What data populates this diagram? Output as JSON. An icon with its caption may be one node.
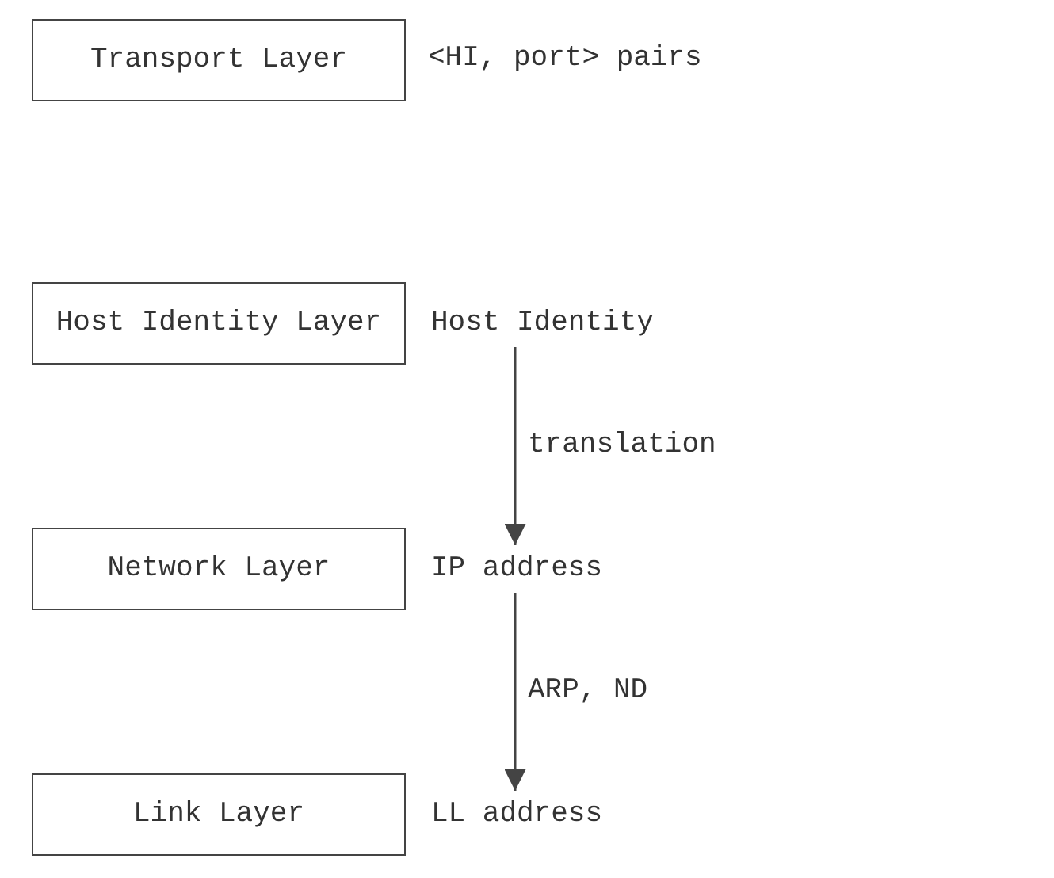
{
  "diagram": {
    "nodes": [
      {
        "text": [
          "Transport Layer"
        ],
        "beside": [
          "<HI, port> pairs"
        ]
      },
      {
        "text": [
          "Host Identity Layer"
        ]
      },
      {
        "text": [
          "Network Layer"
        ]
      },
      {
        "text": [
          "Link Layer"
        ]
      },
      {
        "text": [
          "Host Identity"
        ]
      },
      {
        "text": [
          "IP address"
        ]
      },
      {
        "text": [
          "LL address"
        ]
      }
    ],
    "edges": [
      {
        "from": 4,
        "to": 5,
        "arrow": "to",
        "label": "translation"
      },
      {
        "from": 5,
        "to": 6,
        "arrow": "to",
        "label": "ARP, ND"
      }
    ]
  }
}
